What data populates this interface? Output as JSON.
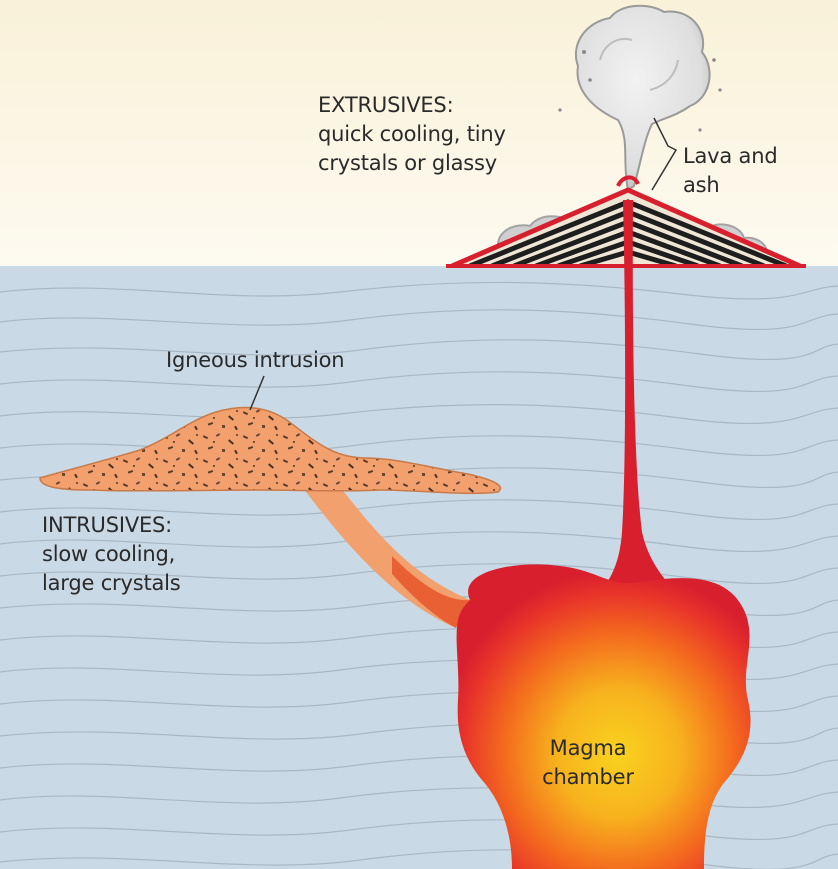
{
  "labels": {
    "extrusives": {
      "heading": "EXTRUSIVES:",
      "line1": "quick cooling, tiny",
      "line2": "crystals or glassy"
    },
    "lava_and_ash": {
      "line1": "Lava and",
      "line2": "ash"
    },
    "igneous_intrusion": "Igneous intrusion",
    "intrusives": {
      "heading": "INTRUSIVES:",
      "line1": "slow cooling,",
      "line2": "large crystals"
    },
    "magma_chamber": {
      "line1": "Magma",
      "line2": "chamber"
    }
  },
  "colors": {
    "sky": "#faf3df",
    "ground": "#c9d9e5",
    "strata_lines": "#a7b7c3",
    "magma_red": "#e02230",
    "magma_orange": "#f46a1e",
    "magma_yellow": "#f7c21e",
    "intrusion": "#f2a06e",
    "ash_cloud": "#dcdcdc"
  }
}
